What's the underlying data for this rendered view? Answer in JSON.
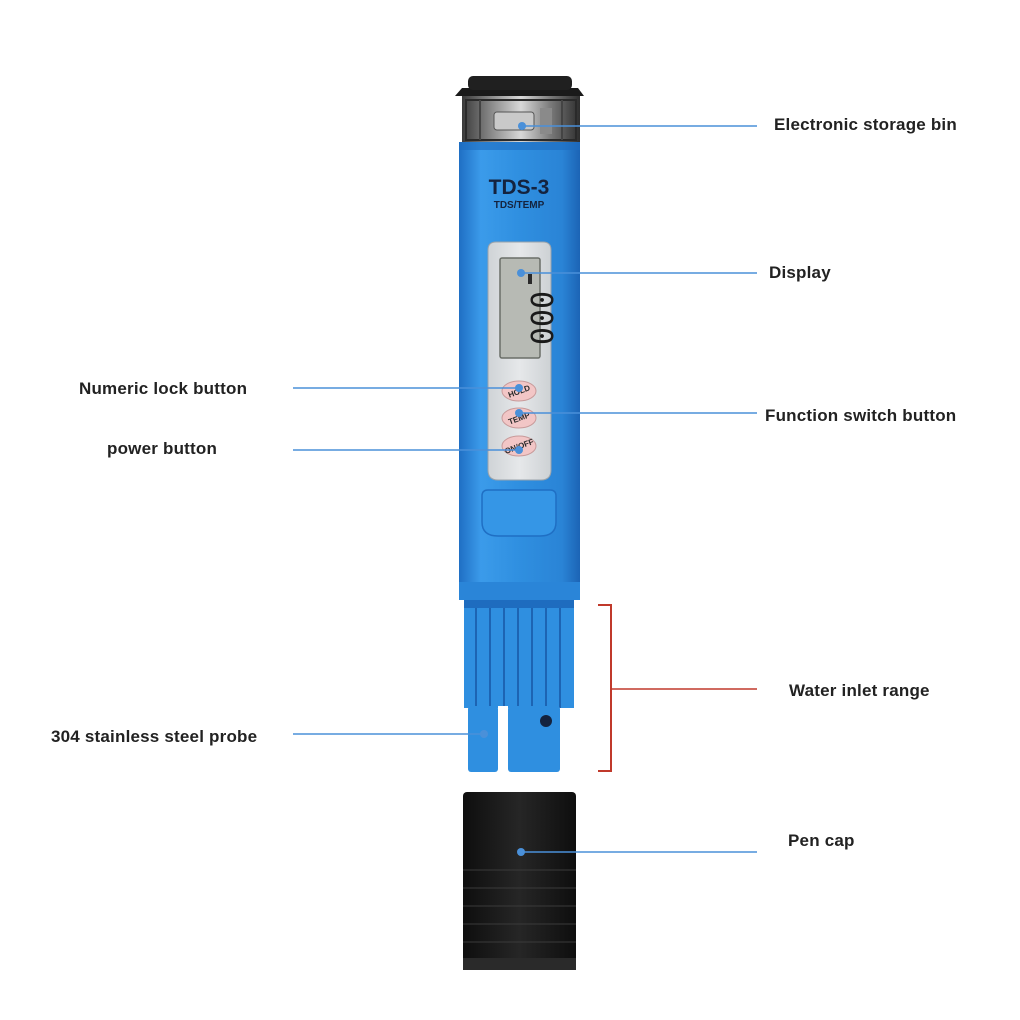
{
  "device": {
    "model": "TDS-3",
    "subtitle": "TDS/TEMP",
    "display_reading": "000",
    "buttons": [
      "HOLD",
      "TEMP",
      "ON/OFF"
    ]
  },
  "labels": {
    "storage_bin": "Electronic storage bin",
    "display": "Display",
    "numeric_lock": "Numeric lock button",
    "function_switch": "Function switch button",
    "power": "power button",
    "water_inlet": "Water inlet range",
    "probe": "304 stainless steel probe",
    "pen_cap": "Pen cap"
  },
  "colors": {
    "body_blue": "#2f8fe0",
    "leader_blue": "#4a90d9",
    "range_red": "#c0392b",
    "cap_black": "#1b1b1b",
    "lcd_grey": "#b7bab4"
  }
}
